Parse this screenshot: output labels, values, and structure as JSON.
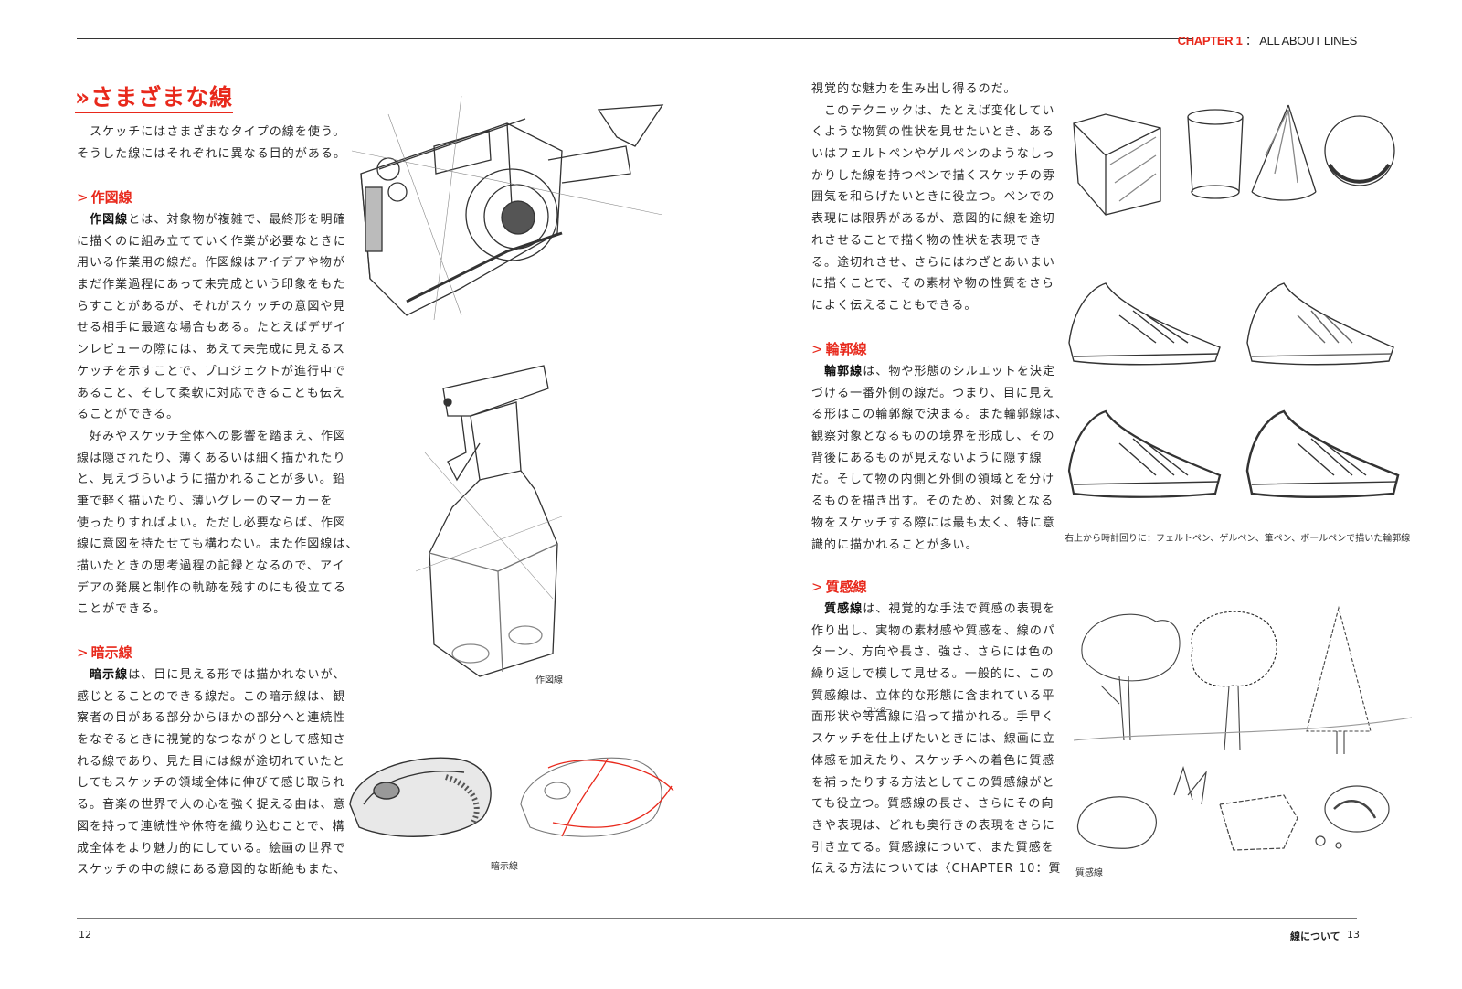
{
  "header": {
    "chapter": "CHAPTER 1",
    "separator": "：",
    "chapter_title": "ALL ABOUT LINES"
  },
  "left_page": {
    "title_mark": "»",
    "title": "さまざまな線",
    "intro": {
      "lines": [
        "　スケッチにはさまざまなタイプの線を使う。",
        "そうした線にはそれぞれに異なる目的がある。"
      ]
    },
    "sections": [
      {
        "heading": "作図線",
        "bold": "作図線",
        "lines": [
          "　作図線とは、対象物が複雑で、最終形を明確",
          "に描くのに組み立てていく作業が必要なときに",
          "用いる作業用の線だ。作図線はアイデアや物が",
          "まだ作業過程にあって未完成という印象をもた",
          "らすことがあるが、それがスケッチの意図や見",
          "せる相手に最適な場合もある。たとえばデザイ",
          "ンレビューの際には、あえて未完成に見えるス",
          "ケッチを示すことで、プロジェクトが進行中で",
          "あること、そして柔軟に対応できることも伝え",
          "ることができる。",
          "　好みやスケッチ全体への影響を踏まえ、作図",
          "線は隠されたり、薄くあるいは細く描かれたり",
          "と、見えづらいように描かれることが多い。鉛",
          "筆で軽く描いたり、薄いグレーのマーカーを",
          "使ったりすればよい。ただし必要ならば、作図",
          "線に意図を持たせても構わない。また作図線は、",
          "描いたときの思考過程の記録となるので、アイ",
          "デアの発展と制作の軌跡を残すのにも役立てる",
          "ことができる。"
        ]
      },
      {
        "heading": "暗示線",
        "bold": "暗示線",
        "lines": [
          "　暗示線は、目に見える形では描かれないが、",
          "感じとることのできる線だ。この暗示線は、観",
          "察者の目がある部分からほかの部分へと連続性",
          "をなぞるときに視覚的なつながりとして感知さ",
          "れる線であり、見た目には線が途切れていたと",
          "してもスケッチの領域全体に伸びて感じ取られ",
          "る。音楽の世界で人の心を強く捉える曲は、意",
          "図を持って連続性や休符を織り込むことで、構",
          "成全体をより魅力的にしている。絵画の世界で",
          "スケッチの中の線にある意図的な断絶もまた、"
        ]
      }
    ],
    "captions": {
      "camera_bottle": "作図線",
      "mouse": "暗示線"
    },
    "page_number": "12"
  },
  "right_page": {
    "continued": {
      "lines": [
        "視覚的な魅力を生み出し得るのだ。",
        "　このテクニックは、たとえば変化してい",
        "くような物質の性状を見せたいとき、ある",
        "いはフェルトペンやゲルペンのようなしっ",
        "かりした線を持つペンで描くスケッチの雰",
        "囲気を和らげたいときに役立つ。ペンでの",
        "表現には限界があるが、意図的に線を途切",
        "れさせることで描く物の性状を表現でき",
        "る。途切れさせ、さらにはわざとあいまい",
        "に描くことで、その素材や物の性質をさら",
        "によく伝えることもできる。"
      ]
    },
    "sections": [
      {
        "heading": "輪郭線",
        "bold": "輪郭線",
        "lines": [
          "　輪郭線は、物や形態のシルエットを決定",
          "づける一番外側の線だ。つまり、目に見え",
          "る形はこの輪郭線で決まる。また輪郭線は、",
          "観察対象となるものの境界を形成し、その",
          "背後にあるものが見えないように隠す線",
          "だ。そして物の内側と外側の領域とを分け",
          "るものを描き出す。そのため、対象となる",
          "物をスケッチする際には最も太く、特に意",
          "識的に描かれることが多い。"
        ]
      },
      {
        "heading": "質感線",
        "bold": "質感線",
        "ruby": "コンター",
        "lines": [
          "　質感線は、視覚的な手法で質感の表現を",
          "作り出し、実物の素材感や質感を、線のパ",
          "ターン、方向や長さ、強さ、さらには色の",
          "繰り返しで模して見せる。一般的に、この",
          "質感線は、立体的な形態に含まれている平",
          "面形状や等高線に沿って描かれる。手早く",
          "スケッチを仕上げたいときには、線画に立",
          "体感を加えたり、スケッチへの着色に質感",
          "を補ったりする方法としてこの質感線がと",
          "ても役立つ。質感線の長さ、さらにその向",
          "きや表現は、どれも奥行きの表現をさらに",
          "引き立てる。質感線について、また質感を",
          "伝える方法については〈CHAPTER 10：質"
        ]
      }
    ],
    "captions": {
      "shoes": "右上から時計回りに：フェルトペン、ゲルペン、筆ペン、ボールペンで描いた輪郭線",
      "texture": "質感線"
    },
    "footer_title": "線について",
    "page_number": "13"
  },
  "colors": {
    "accent": "#e8291c",
    "text": "#2a2a2a"
  }
}
